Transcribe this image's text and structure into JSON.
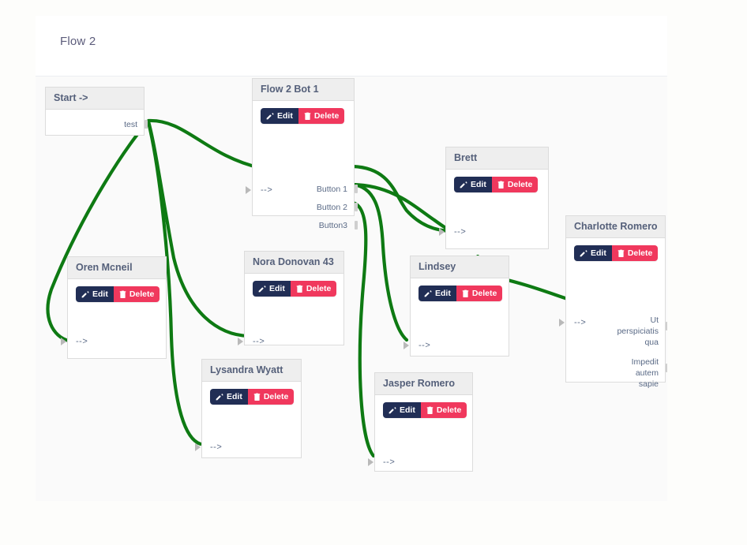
{
  "page": {
    "title": "Flow 2",
    "accent_green": "#0e7a13",
    "edit_color": "#212e55",
    "delete_color": "#f0385d",
    "node_header_bg": "#eeeeee",
    "canvas_bg": "#fafafa"
  },
  "buttons": {
    "edit_label": "Edit",
    "delete_label": "Delete"
  },
  "nodes": [
    {
      "id": "start",
      "title": "Start ->",
      "has_buttons": false,
      "inputs": [],
      "outputs": [
        "test"
      ]
    },
    {
      "id": "flow2bot1",
      "title": "Flow 2 Bot 1",
      "has_buttons": true,
      "inputs": [
        "-->"
      ],
      "outputs": [
        "Button 1",
        "Button 2",
        "Button3"
      ]
    },
    {
      "id": "brett",
      "title": "Brett",
      "has_buttons": true,
      "inputs": [
        "-->"
      ],
      "outputs": []
    },
    {
      "id": "charlotte",
      "title": "Charlotte Romero",
      "has_buttons": true,
      "inputs": [
        "-->"
      ],
      "outputs": [
        "Ut perspiciatis qua",
        "Impedit autem sapie"
      ]
    },
    {
      "id": "oren",
      "title": "Oren Mcneil",
      "has_buttons": true,
      "inputs": [
        "-->"
      ],
      "outputs": []
    },
    {
      "id": "nora",
      "title": "Nora Donovan 43",
      "has_buttons": true,
      "inputs": [
        "-->"
      ],
      "outputs": []
    },
    {
      "id": "lindsey",
      "title": "Lindsey",
      "has_buttons": true,
      "inputs": [
        "-->"
      ],
      "outputs": []
    },
    {
      "id": "lysandra",
      "title": "Lysandra Wyatt",
      "has_buttons": true,
      "inputs": [
        "-->"
      ],
      "outputs": []
    },
    {
      "id": "jasper",
      "title": "Jasper Romero",
      "has_buttons": true,
      "inputs": [
        "-->"
      ],
      "outputs": []
    }
  ],
  "charlotte_port_lines": {
    "out1": [
      "Ut",
      "perspiciatis",
      "qua"
    ],
    "out2": [
      "Impedit",
      "autem",
      "sapie"
    ]
  },
  "edges": [
    {
      "from": "start.test",
      "to": "flow2bot1.in"
    },
    {
      "from": "start.test",
      "to": "oren.in"
    },
    {
      "from": "start.test",
      "to": "nora.in"
    },
    {
      "from": "start.test",
      "to": "lysandra.in"
    },
    {
      "from": "flow2bot1.Button 1",
      "to": "brett.in"
    },
    {
      "from": "flow2bot1.Button 2",
      "to": "brett.in"
    },
    {
      "from": "flow2bot1.Button 2",
      "to": "lindsey.in"
    },
    {
      "from": "flow2bot1.Button3",
      "to": "jasper.in"
    },
    {
      "from": "brett.out",
      "to": "charlotte.in"
    }
  ]
}
